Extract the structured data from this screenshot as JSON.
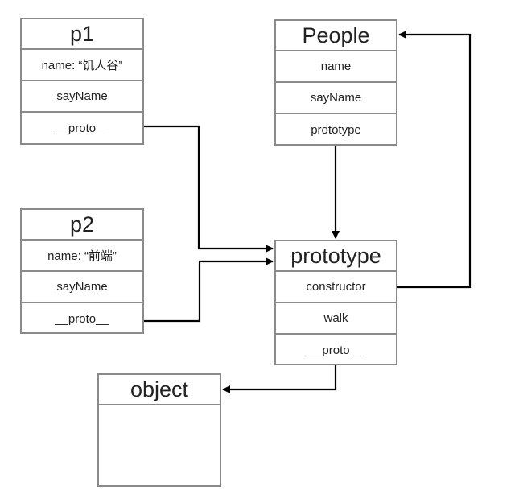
{
  "p1": {
    "title": "p1",
    "fields": [
      "name: “饥人谷”",
      "sayName",
      "__proto__"
    ]
  },
  "p2": {
    "title": "p2",
    "fields": [
      "name: “前端”",
      "sayName",
      "__proto__"
    ]
  },
  "people": {
    "title": "People",
    "fields": [
      "name",
      "sayName",
      "prototype"
    ]
  },
  "prototype": {
    "title": "prototype",
    "fields": [
      "constructor",
      "walk",
      "__proto__"
    ]
  },
  "object": {
    "title": "object"
  }
}
